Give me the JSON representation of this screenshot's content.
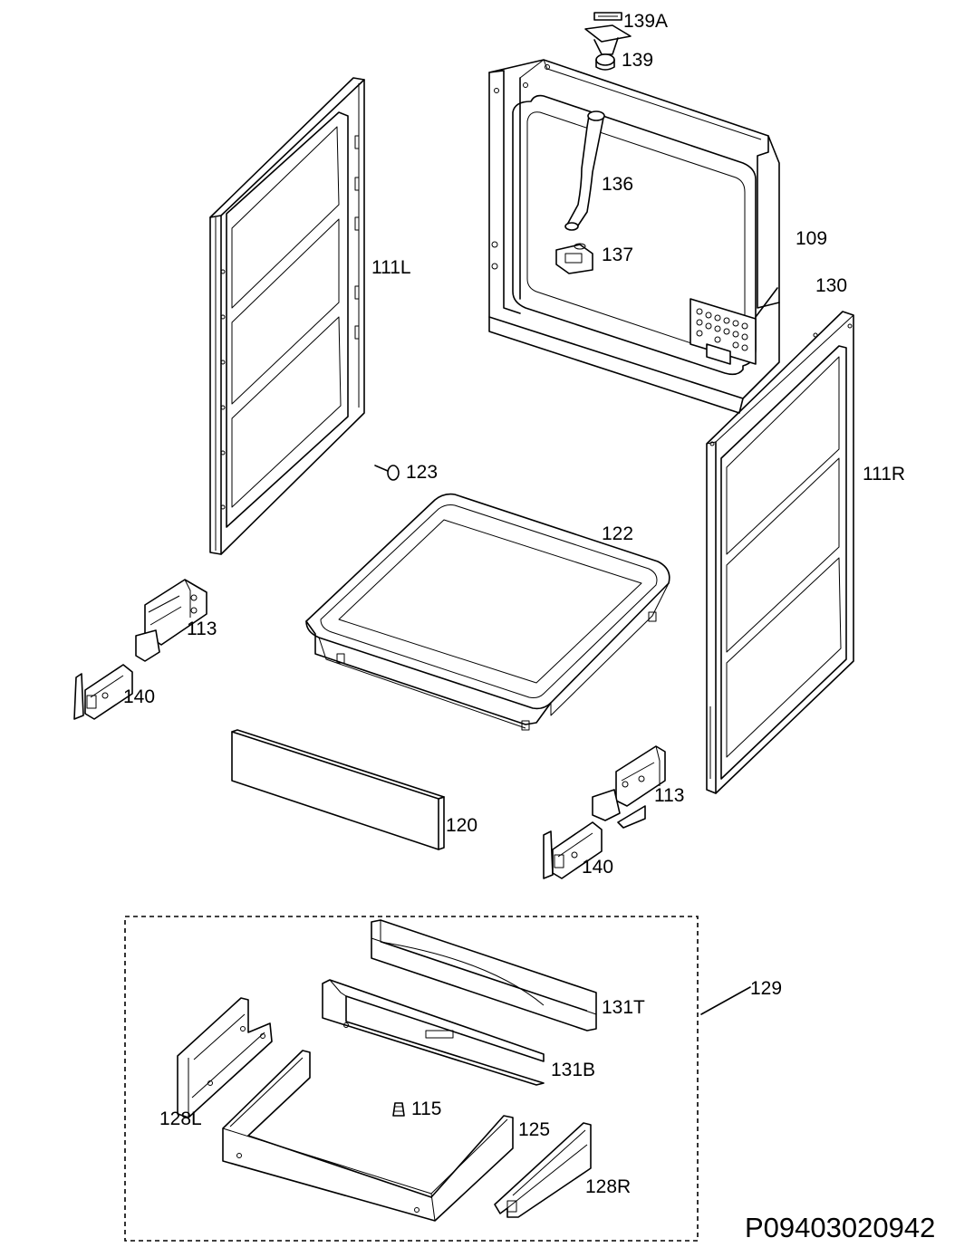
{
  "diagram": {
    "drawing_code": "P09403020942",
    "labels": {
      "p139A": "139A",
      "p139": "139",
      "p136": "136",
      "p109": "109",
      "p137": "137",
      "p130": "130",
      "p111L": "111L",
      "p111R": "111R",
      "p123": "123",
      "p122": "122",
      "p113_left": "113",
      "p140_left": "140",
      "p113_right": "113",
      "p140_right": "140",
      "p120": "120",
      "p129": "129",
      "p131T": "131T",
      "p131B": "131B",
      "p115": "115",
      "p125": "125",
      "p128L": "128L",
      "p128R": "128R"
    }
  }
}
